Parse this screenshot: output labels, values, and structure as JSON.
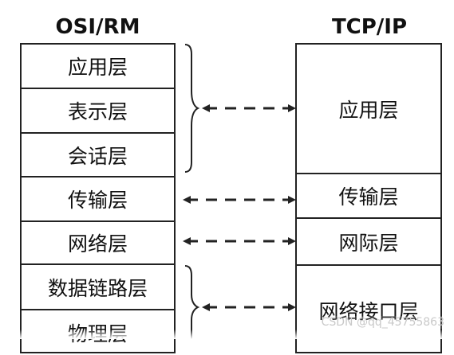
{
  "osi": {
    "title": "OSI/RM",
    "layers": [
      "应用层",
      "表示层",
      "会话层",
      "传输层",
      "网络层",
      "数据链路层",
      "物理层"
    ]
  },
  "tcpip": {
    "title": "TCP/IP",
    "layers": [
      "应用层",
      "传输层",
      "网际层",
      "网络接口层"
    ]
  },
  "watermark": "CSDN @qq_45755863",
  "colors": {
    "line": "#222222",
    "watermark": "#c9c9c9"
  }
}
